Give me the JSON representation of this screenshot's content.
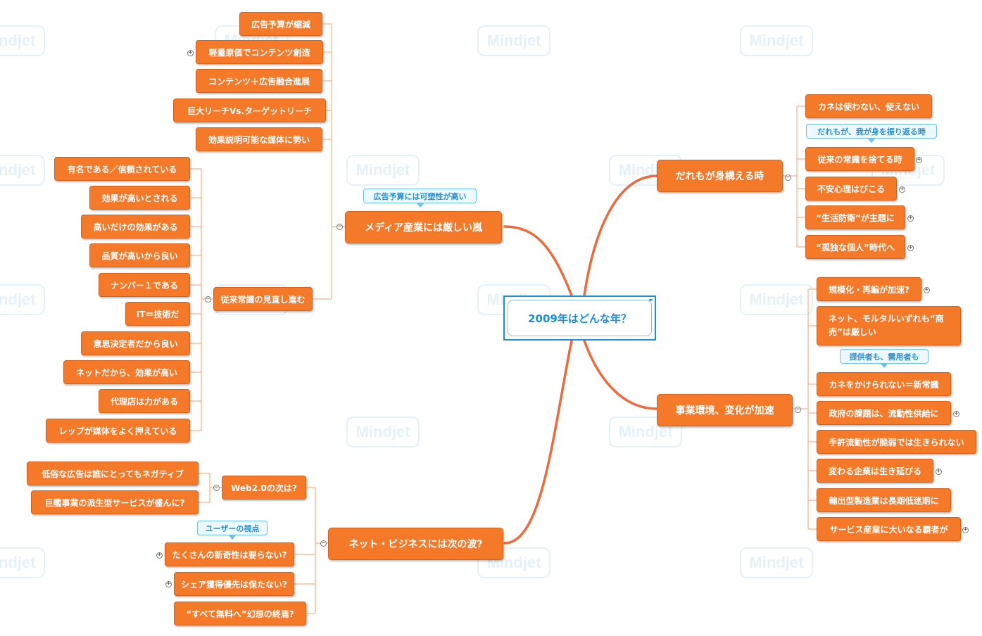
{
  "watermark": "Mindjet",
  "colors": {
    "accent": "#f47a2a",
    "central_border": "#1a8fe0",
    "callout_text": "#2a8fd0",
    "connector": "#ef6a3a"
  },
  "central": {
    "title": "2009年はどんな年？"
  },
  "branches": {
    "media": {
      "title": "メディア産業には厳しい嵐",
      "note": "広告予算には可塑性が高い",
      "items": [
        "広告予算が縮減",
        "軽量原価でコンテンツ創造",
        "コンテンツ＋広告融合進展",
        "巨大リーチVs.ターゲットリーチ",
        "効果説明可能な媒体に勢い"
      ],
      "review": {
        "title": "従来常識の見直し進む",
        "items": [
          "有名である／信頼されている",
          "効果が高いとされる",
          "高いだけの効果がある",
          "品質が高いから良い",
          "ナンバー１である",
          "IT＝技術だ",
          "意思決定者だから良い",
          "ネットだから、効果が高い",
          "代理店は力がある",
          "レップが媒体をよく押えている"
        ]
      }
    },
    "net": {
      "title": "ネット・ビジネスには次の波?",
      "web2": {
        "title": "Web2.0の次は?",
        "items": [
          "低俗な広告は誰にとってもネガティブ",
          "巨艦事業の派生型サービスが盛んに?"
        ]
      },
      "note": "ユーザーの視点",
      "items": [
        "たくさんの新奇性は要らない?",
        "シェア獲得優先は保たない?",
        "“すべて無料へ”幻想の終焉?"
      ]
    },
    "everyone": {
      "title": "だれもが身構える時",
      "note": "だれもが、我が身を振り返る時",
      "items": [
        "カネは使わない、使えない",
        "従来の常識を捨てる時",
        "不安心理はびこる",
        "“生活防衛”が主題に",
        "“孤独な個人”時代へ"
      ]
    },
    "business": {
      "title": "事業環境、変化が加速",
      "note": "提供者も、需用者も",
      "items": [
        "規模化・再編が加速?",
        "ネット、モルタルいずれも“商売”は厳しい",
        "カネをかけられない＝新常識",
        "政府の課題は、流動性供給に",
        "手許流動性が脆弱では生きられない",
        "変わる企業は生き延びる",
        "輸出型製造業は長期低迷期に",
        "サービス産業に大いなる覇者が"
      ]
    }
  }
}
